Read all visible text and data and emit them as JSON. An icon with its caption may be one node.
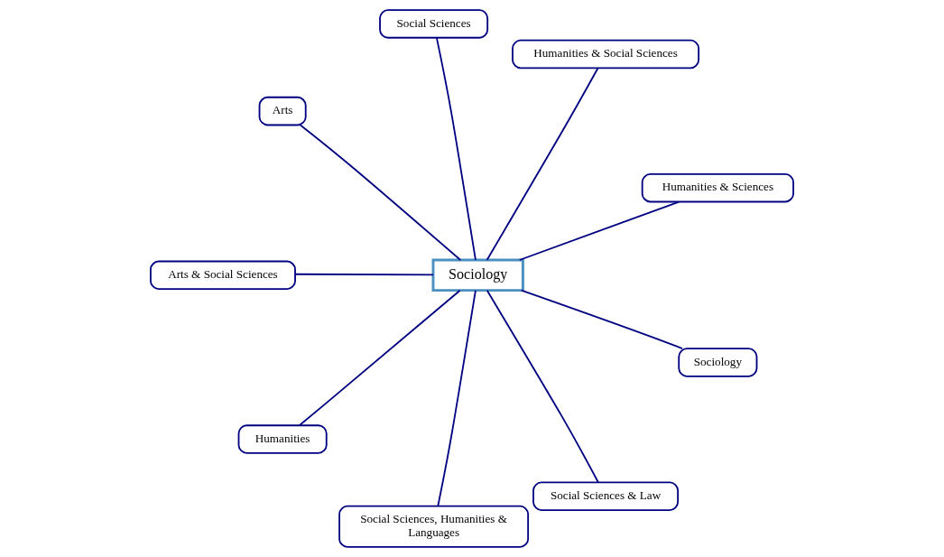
{
  "diagram": {
    "nodes": [
      {
        "text": [
          "Sociology"
        ]
      },
      {
        "text": [
          "Humanities & Sciences"
        ]
      },
      {
        "text": [
          "Humanities & Social Sciences"
        ]
      },
      {
        "text": [
          "Social Sciences"
        ]
      },
      {
        "text": [
          "Arts"
        ]
      },
      {
        "text": [
          "Arts & Social Sciences"
        ]
      },
      {
        "text": [
          "Humanities"
        ]
      },
      {
        "text": [
          "Social Sciences, Humanities & Languages"
        ]
      },
      {
        "text": [
          "Social Sciences & Law"
        ]
      },
      {
        "text": [
          "Sociology"
        ]
      }
    ],
    "edges": [
      {
        "from": 0,
        "to": 1,
        "arrow": "none"
      },
      {
        "from": 0,
        "to": 2,
        "arrow": "none"
      },
      {
        "from": 0,
        "to": 3,
        "arrow": "none"
      },
      {
        "from": 0,
        "to": 4,
        "arrow": "none"
      },
      {
        "from": 0,
        "to": 5,
        "arrow": "none"
      },
      {
        "from": 0,
        "to": 6,
        "arrow": "none"
      },
      {
        "from": 0,
        "to": 7,
        "arrow": "none"
      },
      {
        "from": 0,
        "to": 8,
        "arrow": "none"
      },
      {
        "from": 0,
        "to": 9,
        "arrow": "none"
      }
    ]
  }
}
